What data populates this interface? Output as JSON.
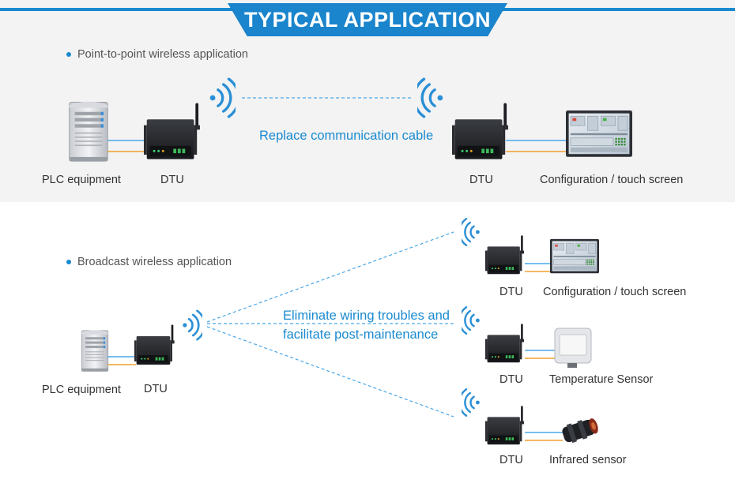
{
  "title": "TYPICAL APPLICATION",
  "point_to_point": {
    "bullet": "Point-to-point wireless application",
    "plc_label": "PLC equipment",
    "dtu_left_label": "DTU",
    "dtu_right_label": "DTU",
    "callout": "Replace communication cable",
    "screen_label": "Configuration / touch screen"
  },
  "broadcast": {
    "bullet": "Broadcast wireless application",
    "plc_label": "PLC equipment",
    "dtu_label": "DTU",
    "callout_line1": "Eliminate wiring troubles and",
    "callout_line2": "facilitate post-maintenance",
    "receivers": [
      {
        "dtu_label": "DTU",
        "device_label": "Configuration / touch screen"
      },
      {
        "dtu_label": "DTU",
        "device_label": "Temperature Sensor"
      },
      {
        "dtu_label": "DTU",
        "device_label": "Infrared sensor"
      }
    ]
  },
  "colors": {
    "accent": "#1a8ad0",
    "cable_blue": "#4aa7e8",
    "cable_orange": "#f0a030",
    "band_gray": "#f3f3f3"
  }
}
